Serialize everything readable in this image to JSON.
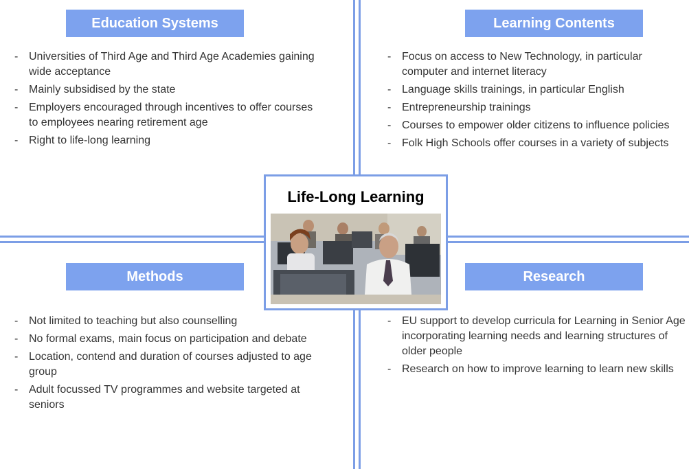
{
  "center": {
    "title": "Life-Long Learning"
  },
  "quadrants": {
    "education_systems": {
      "header": "Education Systems",
      "items": [
        "Universities of Third Age and Third Age Academies gaining wide acceptance",
        "Mainly subsidised by the state",
        "Employers encouraged through incentives  to offer courses to employees nearing retirement age",
        "Right to life-long learning"
      ]
    },
    "learning_contents": {
      "header": "Learning Contents",
      "items": [
        "Focus on access to New Technology, in particular computer and internet literacy",
        "Language skills trainings, in particular English",
        "Entrepreneurship trainings",
        "Courses to empower older citizens to influence policies",
        "Folk High Schools offer courses in a variety of subjects"
      ]
    },
    "methods": {
      "header": "Methods",
      "items": [
        "Not limited to teaching but also counselling",
        "No formal exams, main focus on participation and debate",
        "Location, contend and duration of courses adjusted to age group",
        "Adult focussed TV programmes and website targeted at seniors"
      ]
    },
    "research": {
      "header": "Research",
      "items": [
        "EU support to develop curricula for Learning in Senior Age incorporating learning needs and learning structures of older people",
        "Research on how to improve learning to learn new skills"
      ]
    }
  },
  "colors": {
    "accent": "#7da2ee",
    "divider": "#7c9ee6",
    "text": "#333333"
  }
}
